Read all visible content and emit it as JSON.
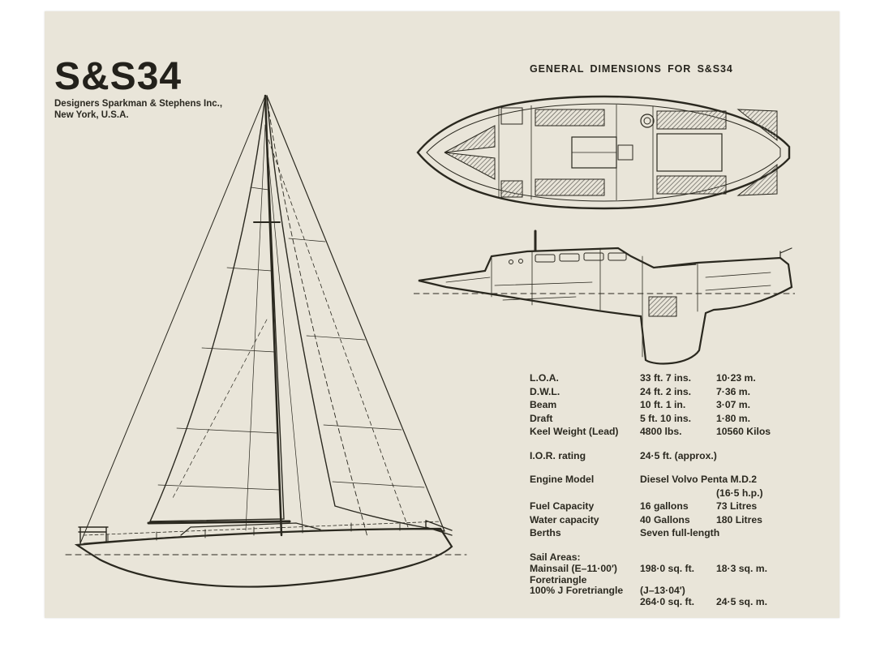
{
  "page": {
    "title": "S&S34",
    "designer_line1": "Designers Sparkman & Stephens Inc.,",
    "designer_line2": "New York, U.S.A."
  },
  "dimensions_heading": "GENERAL DIMENSIONS FOR S&S34",
  "colors": {
    "paper": "#e9e5d9",
    "ink": "#29271f",
    "hatch": "#6f6d66"
  },
  "drawings": {
    "sail_plan": "sail-plan-side-view",
    "deck_plan": "deck-plan-top-view",
    "interior_profile": "interior-profile-side-view"
  },
  "specs": {
    "rows": [
      {
        "label": "L.O.A.",
        "imperial": "33 ft. 7 ins.",
        "metric": "10·23 m."
      },
      {
        "label": "D.W.L.",
        "imperial": "24 ft. 2 ins.",
        "metric": "7·36 m."
      },
      {
        "label": "Beam",
        "imperial": "10 ft. 1 in.",
        "metric": "3·07 m."
      },
      {
        "label": "Draft",
        "imperial": "5 ft. 10 ins.",
        "metric": "1·80 m."
      },
      {
        "label": "Keel Weight (Lead)",
        "imperial": "4800 lbs.",
        "metric": "10560 Kilos"
      },
      {
        "label": "I.O.R. rating",
        "imperial": "24·5 ft. (approx.)",
        "metric": ""
      },
      {
        "label": "Engine Model",
        "imperial": "Diesel Volvo Penta M.D.2",
        "metric": ""
      },
      {
        "label": "",
        "imperial": "",
        "metric": "(16·5 h.p.)"
      },
      {
        "label": "Fuel Capacity",
        "imperial": "16 gallons",
        "metric": "73 Litres"
      },
      {
        "label": "Water capacity",
        "imperial": "40 Gallons",
        "metric": "180 Litres"
      },
      {
        "label": "Berths",
        "imperial": "Seven full-length",
        "metric": ""
      },
      {
        "label": "Sail Areas:",
        "imperial": "",
        "metric": ""
      },
      {
        "label": "Mainsail (E–11·00′)",
        "imperial": "198·0 sq. ft.",
        "metric": "18·3 sq. m."
      },
      {
        "label": "Foretriangle",
        "imperial": "",
        "metric": ""
      },
      {
        "label": "100% J Foretriangle",
        "imperial": "(J–13·04′)",
        "metric": ""
      },
      {
        "label": "",
        "imperial": "264·0 sq. ft.",
        "metric": "24·5 sq. m."
      }
    ]
  }
}
